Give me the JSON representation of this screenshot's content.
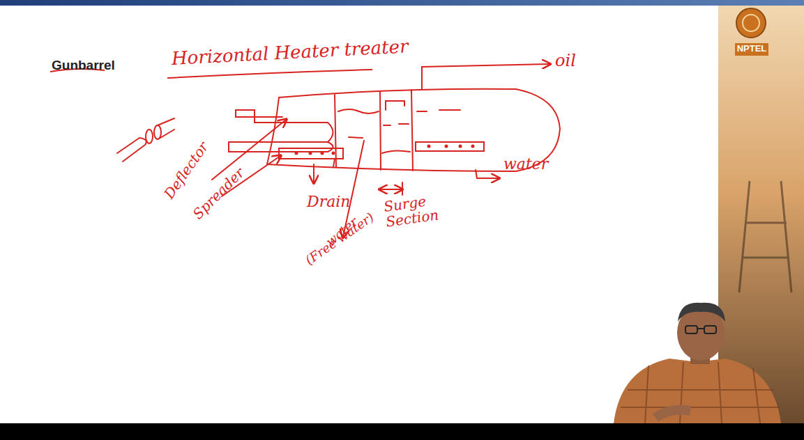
{
  "diagram": {
    "title": "Gunbarrel",
    "labels": [
      "Horizontal Heater treater",
      "oil",
      "water",
      "Deflector",
      "Spreader",
      "Drain",
      "Surge Section",
      "water",
      "(Free water)",
      "NPTEL"
    ]
  }
}
